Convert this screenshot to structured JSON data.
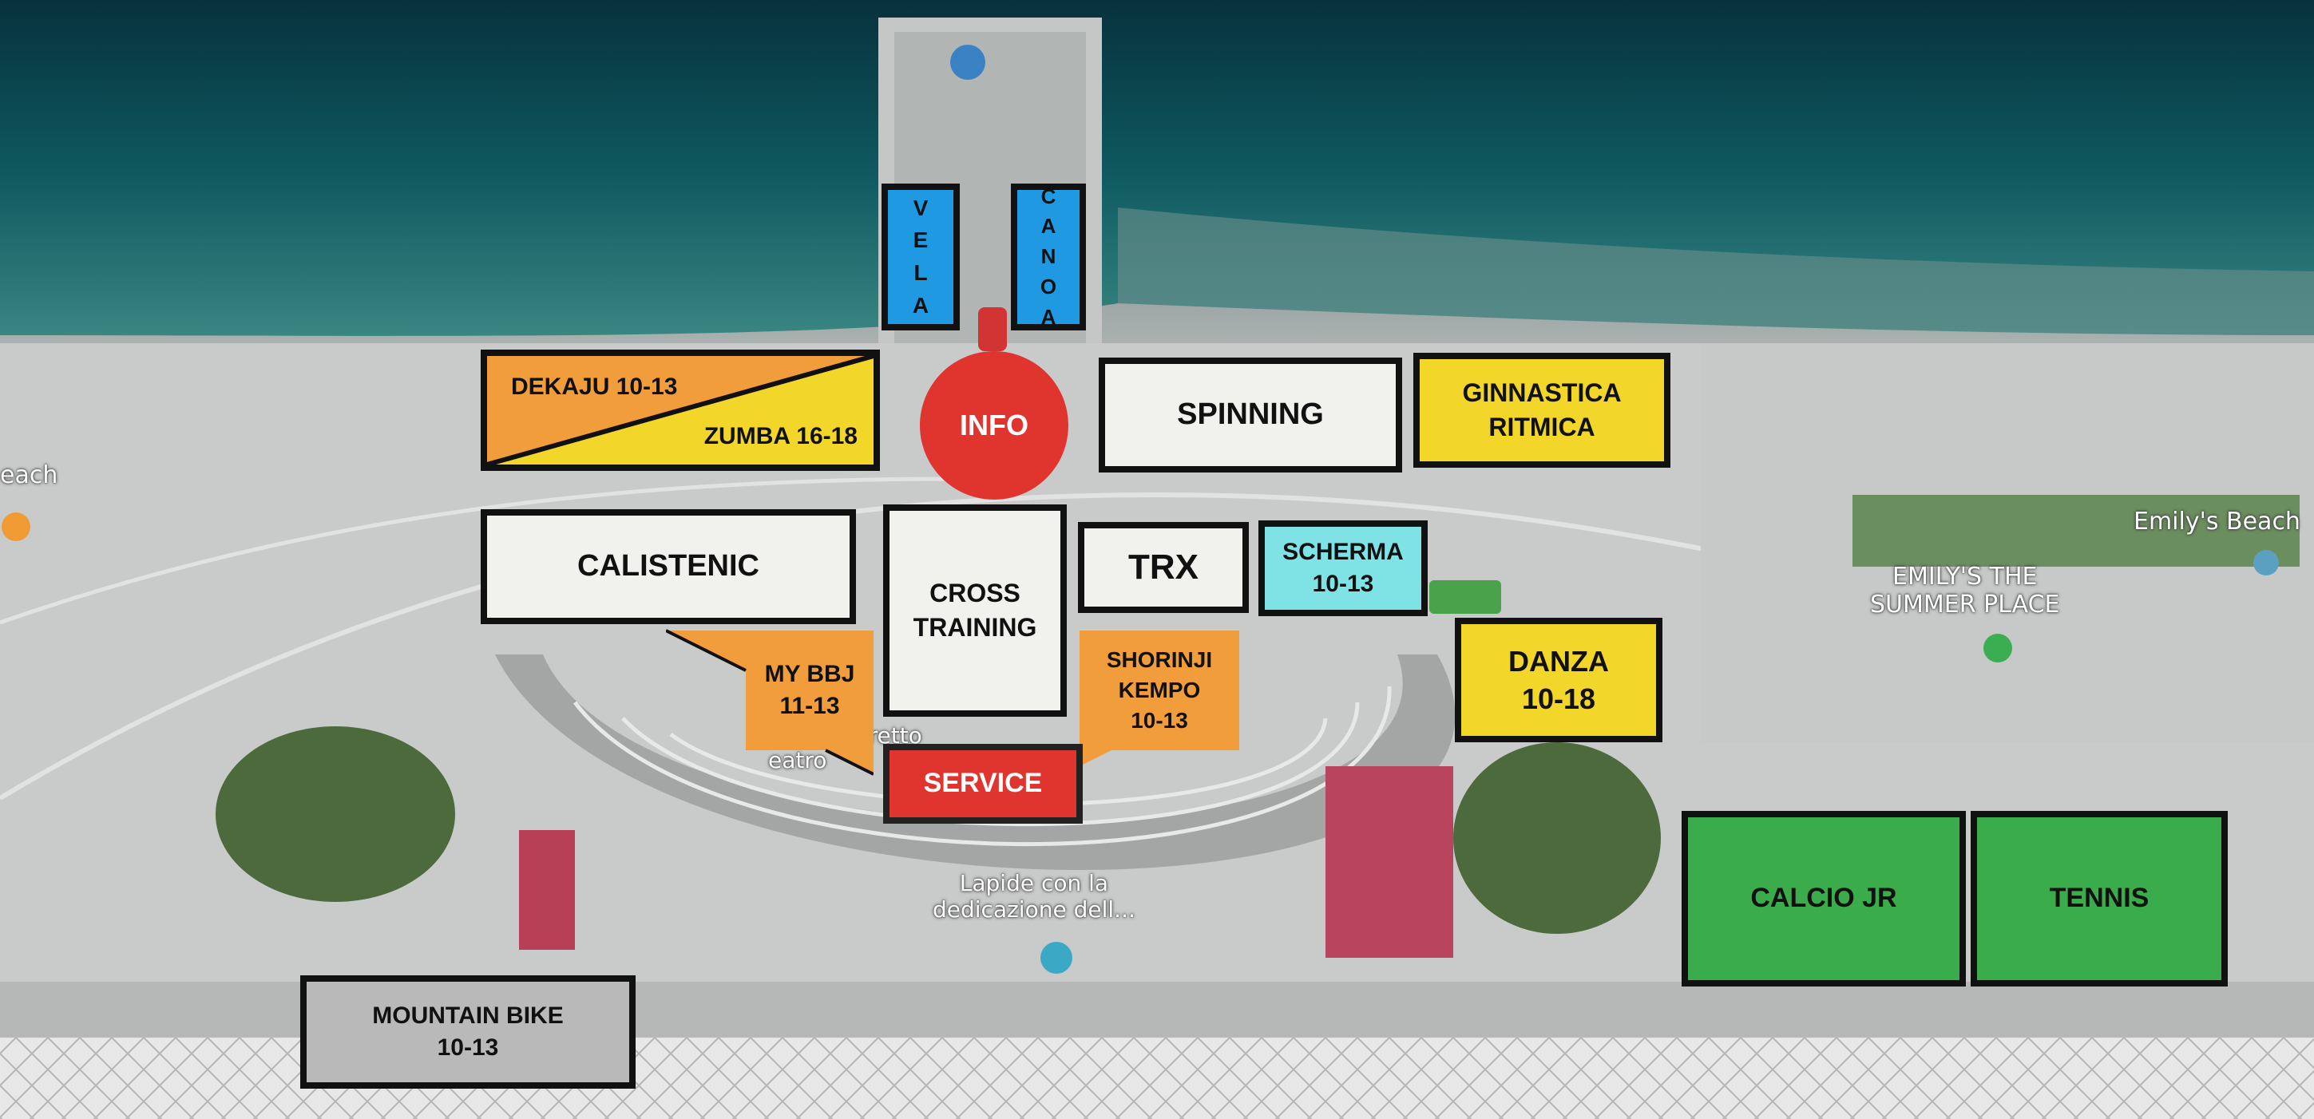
{
  "zones": {
    "vela": "VELA",
    "canoa": "CANOA",
    "dekaju": "DEKAJU 10-13",
    "zumba": "ZUMBA 16-18",
    "info": "INFO",
    "spinning": "SPINNING",
    "ginnastica_1": "GINNASTICA",
    "ginnastica_2": "RITMICA",
    "calistenic": "CALISTENIC",
    "cross_1": "CROSS",
    "cross_2": "TRAINING",
    "trx": "TRX",
    "scherma_1": "SCHERMA",
    "scherma_2": "10-13",
    "mybbj_1": "MY BBJ",
    "mybbj_2": "11-13",
    "shorinji_1": "SHORINJI",
    "shorinji_2": "KEMPO",
    "shorinji_3": "10-13",
    "danza_1": "DANZA",
    "danza_2": "10-18",
    "service": "SERVICE",
    "calcio": "CALCIO JR",
    "tennis": "TENNIS",
    "mtb_1": "MOUNTAIN BIKE",
    "mtb_2": "10-13"
  },
  "map_labels": {
    "beach_left": "each",
    "emilys_beach": "Emily's Beach",
    "emilys_place_1": "EMILY'S THE",
    "emilys_place_2": "SUMMER PLACE",
    "theatre": "ello Stretto",
    "theatre_2": "eatro",
    "lapide_1": "Lapide con la",
    "lapide_2": "dedicazione dell..."
  },
  "colors": {
    "orange": "#f29d3c",
    "yellow": "#f2d62a",
    "blue": "#1f9ae2",
    "red": "#e0342e",
    "cyan": "#7fe2e4",
    "green": "#3aac4b",
    "gray": "#b9b9b9",
    "white": "#f1f1ee"
  }
}
